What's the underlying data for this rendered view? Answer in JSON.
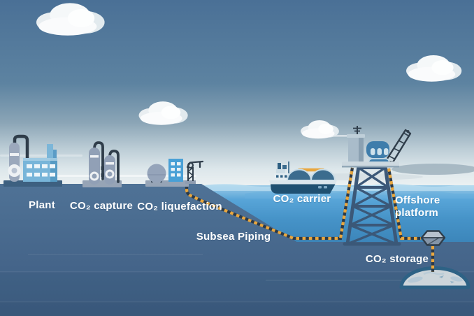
{
  "labels": {
    "plant": "Plant",
    "capture": "CO₂ capture",
    "liquefaction": "CO₂ liquefaction",
    "carrier": "CO₂ carrier",
    "offshore_platform": "Offshore\nplatform",
    "subsea_piping": "Subsea Piping",
    "storage": "CO₂ storage"
  },
  "colors": {
    "sky_top": "#4A7096",
    "sky_horizon": "#EDF1F2",
    "water": "#4F9CD0",
    "seabed": "#49688C",
    "pipeline_orange": "#E9A73F",
    "pipeline_dark": "#2B3A49",
    "structure_outline": "#2F3D4A",
    "platform_steel": "#3B5878",
    "label_text": "#FFFFFF"
  },
  "icons": [
    "cloud-icon",
    "factory-icon",
    "capture-columns-icon",
    "liquefaction-plant-icon",
    "crane-icon",
    "carrier-ship-icon",
    "offshore-platform-icon",
    "platform-crane-icon",
    "wellhead-icon",
    "storage-dome-icon",
    "subsea-pipeline-path"
  ]
}
